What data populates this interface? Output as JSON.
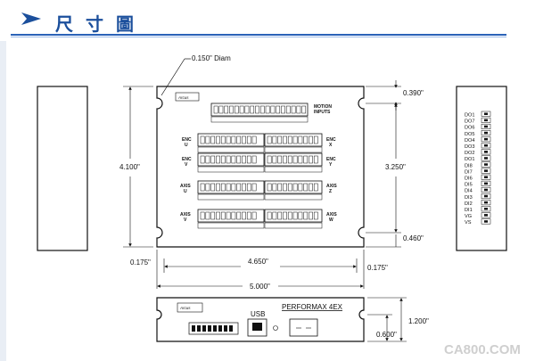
{
  "header": {
    "title": "尺寸圖",
    "arrow_icon": "chevron-right-icon",
    "accent_color": "#1b4f9c"
  },
  "dimensions": {
    "hole_diam": "0.150\" Diam",
    "top_offset": "0.390\"",
    "height_total": "4.100\"",
    "height_holes": "3.250\"",
    "bottom_offset": "0.460\"",
    "left_margin": "0.175\"",
    "hole_span": "4.650\"",
    "right_margin": "0.175\"",
    "width_total": "5.000\"",
    "side_height": "1.200\"",
    "side_offset": "0.600\""
  },
  "labels": {
    "motion_inputs": [
      "MOTION",
      "INPUTS"
    ],
    "enc_u": [
      "ENC",
      "U"
    ],
    "enc_x": [
      "ENC",
      "X"
    ],
    "enc_v": [
      "ENC",
      "V"
    ],
    "enc_y": [
      "ENC",
      "Y"
    ],
    "axis_u": [
      "AXIS",
      "U"
    ],
    "axis_z": [
      "AXIS",
      "Z"
    ],
    "axis_v": [
      "AXIS",
      "V"
    ],
    "axis_w": [
      "AXIS",
      "W"
    ],
    "usb": "USB",
    "product": "PERFORMAX 4EX",
    "logo": "Arcus"
  },
  "side_pins": [
    "DO1",
    "DO7",
    "DO6",
    "DO5",
    "DO4",
    "DO3",
    "DO2",
    "DO1",
    "DI8",
    "DI7",
    "DI6",
    "DI5",
    "DI4",
    "DI3",
    "DI2",
    "DI1",
    "VG",
    "VS"
  ],
  "watermark": "CA800.COM"
}
